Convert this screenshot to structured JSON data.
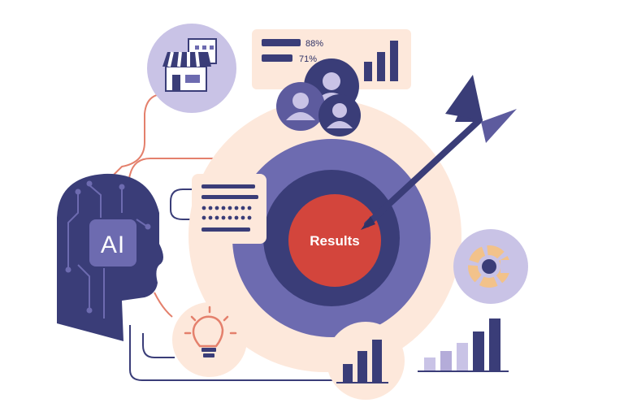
{
  "colors": {
    "navy": "#3a3d78",
    "purple": "#6d6bb0",
    "lavender": "#c9c3e6",
    "peach": "#fde8db",
    "red": "#d3453c",
    "coral": "#e4806c",
    "gold": "#f2c28a"
  },
  "head": {
    "chip_label": "AI"
  },
  "target": {
    "center_label": "Results"
  },
  "stats_card": {
    "rows": [
      {
        "value": "88%"
      },
      {
        "value": "71%"
      }
    ]
  },
  "icons": {
    "store": "storefront-icon",
    "people": "people-group-icon",
    "document": "document-text-icon",
    "lightbulb": "lightbulb-icon",
    "gear": "gear-icon",
    "bar_chart_small": "bar-chart-icon",
    "bar_chart_large": "bar-chart-icon",
    "dart": "dart-arrow-icon"
  }
}
